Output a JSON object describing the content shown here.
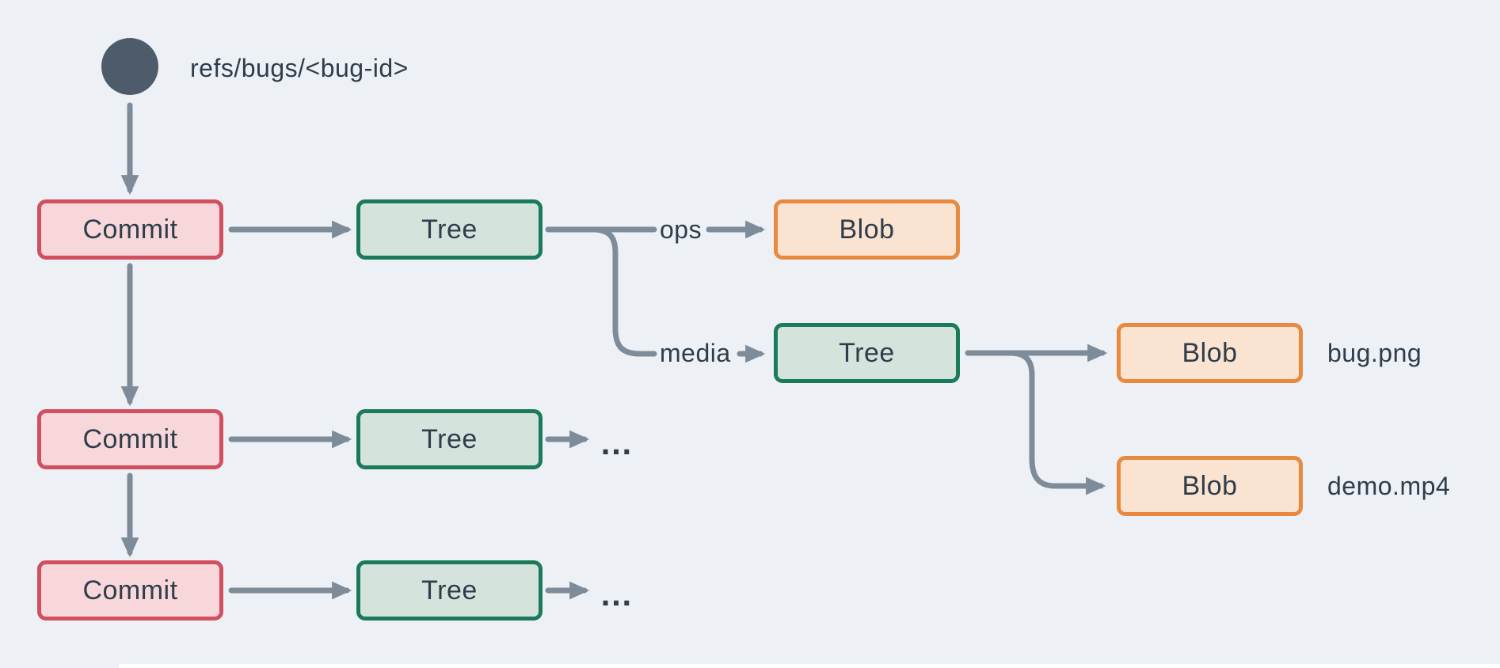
{
  "diagram": {
    "ref_label": "refs/bugs/<bug-id>",
    "nodes": {
      "commit1": "Commit",
      "commit2": "Commit",
      "commit3": "Commit",
      "tree1": "Tree",
      "tree2": "Tree",
      "tree3": "Tree",
      "tree_media": "Tree",
      "blob_ops": "Blob",
      "blob_bug": "Blob",
      "blob_demo": "Blob"
    },
    "edge_labels": {
      "ops": "ops",
      "media": "media"
    },
    "file_labels": {
      "bug": "bug.png",
      "demo": "demo.mp4"
    },
    "ellipsis_row2": "…",
    "ellipsis_row3": "…",
    "colors": {
      "background": "#edf1f6",
      "connector": "#7e8c9a",
      "ref_circle": "#4d5b6a",
      "text": "#2f3d4b",
      "commit_fill": "#f8d7db",
      "commit_border": "#d24f60",
      "tree_fill": "#d5e3dd",
      "tree_border": "#1a7a5a",
      "blob_fill": "#fbe3d1",
      "blob_border": "#e78a40"
    }
  }
}
